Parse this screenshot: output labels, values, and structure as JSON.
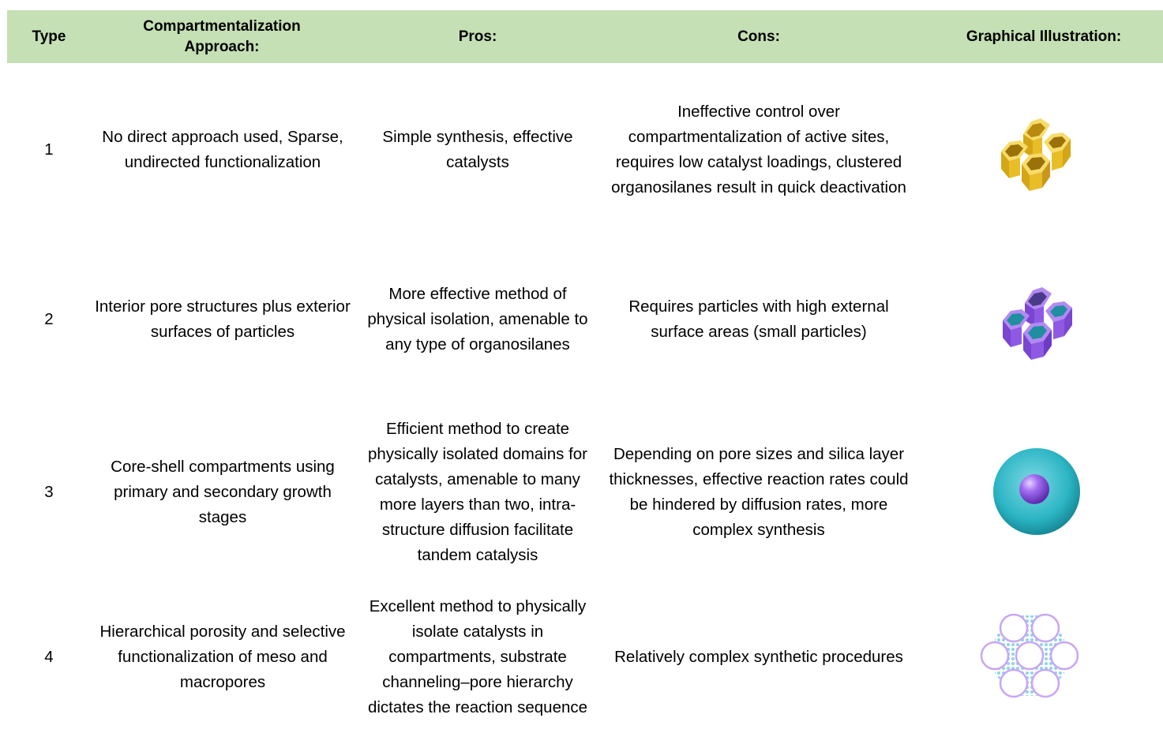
{
  "table": {
    "headers": {
      "type": "Type",
      "approach": "Compartmentalization Approach:",
      "pros": "Pros:",
      "cons": "Cons:",
      "illustration": "Graphical Illustration:"
    },
    "rows": [
      {
        "type": "1",
        "approach": "No direct approach used, Sparse, undirected functionalization",
        "pros": "Simple synthesis, effective catalysts",
        "cons": "Ineffective control over compartmentalization of active sites, requires low catalyst loadings, clustered organosilanes result in quick deactivation",
        "illustration": "yellow-hexagonal-pores-icon"
      },
      {
        "type": "2",
        "approach": "Interior pore structures plus exterior surfaces of particles",
        "pros": "More effective method of physical isolation, amenable to any type of organosilanes",
        "cons": "Requires particles with high external surface areas (small particles)",
        "illustration": "purple-hexagonal-pores-icon"
      },
      {
        "type": "3",
        "approach": "Core-shell compartments using primary and secondary growth stages",
        "pros": "Efficient method to create physically isolated domains for catalysts, amenable to many more layers than two, intra-structure diffusion facilitate tandem catalysis",
        "cons": "Depending on pore sizes and silica layer thicknesses, effective reaction rates could be hindered by diffusion rates, more complex synthesis",
        "illustration": "core-shell-sphere-icon"
      },
      {
        "type": "4",
        "approach": "Hierarchical porosity and selective functionalization of meso and macropores",
        "pros": "Excellent method to physically isolate catalysts in compartments, substrate channeling–pore hierarchy dictates the reaction sequence",
        "cons": "Relatively complex synthetic procedures",
        "illustration": "hierarchical-pores-icon"
      }
    ]
  },
  "colors": {
    "header_bg": "#c5e0b4",
    "yellow": "#f2c832",
    "purple": "#9461e8",
    "teal": "#2cb5c4"
  }
}
